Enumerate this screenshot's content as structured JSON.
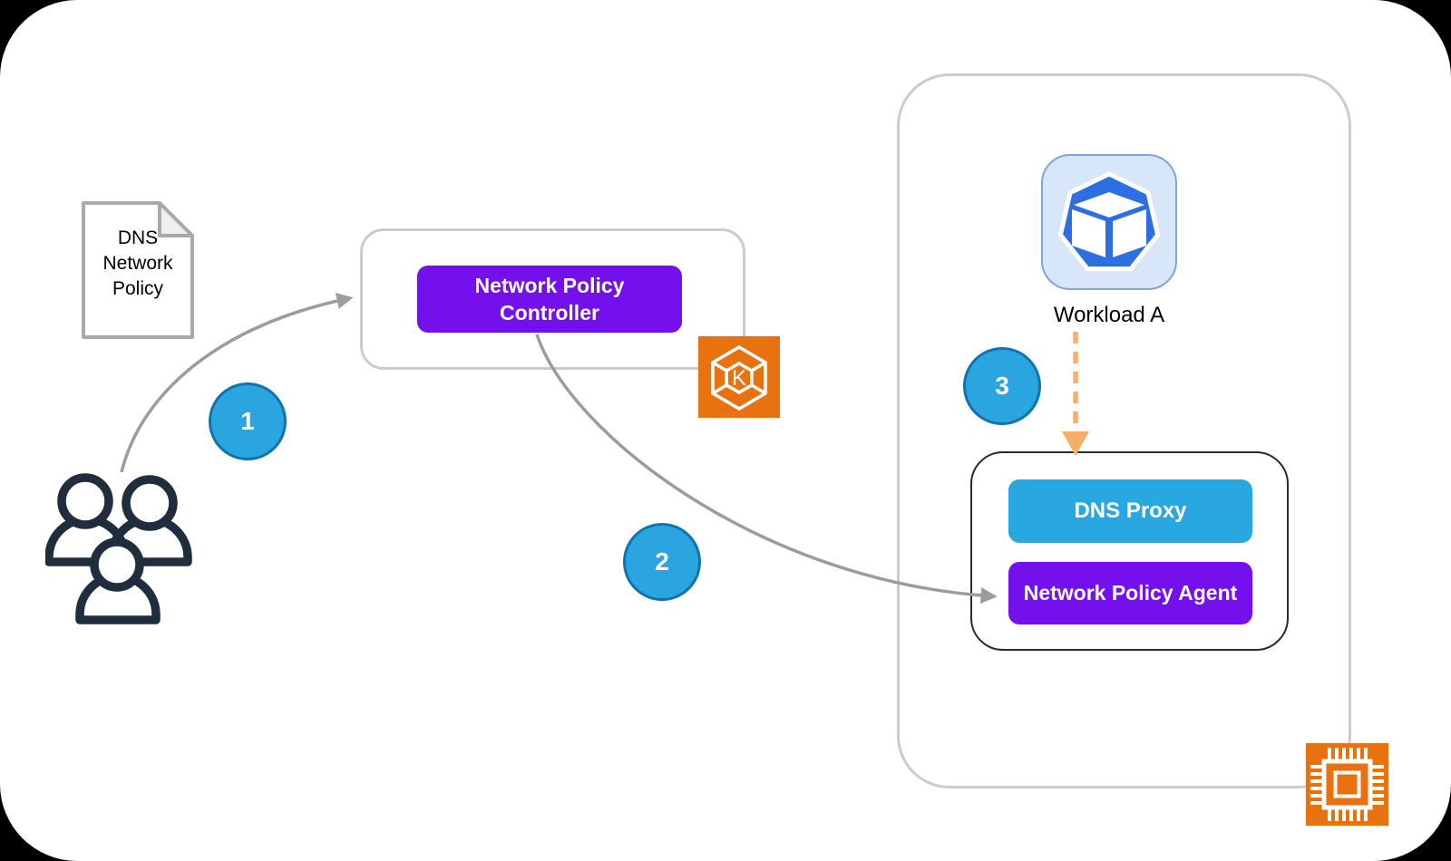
{
  "diagram": {
    "document": {
      "line1": "DNS",
      "line2": "Network",
      "line3": "Policy"
    },
    "controller": {
      "line1": "Network Policy",
      "line2": "Controller"
    },
    "workload": {
      "label": "Workload A"
    },
    "dns_proxy": {
      "label": "DNS Proxy"
    },
    "agent": {
      "label": "Network Policy Agent"
    },
    "steps": {
      "one": "1",
      "two": "2",
      "three": "3"
    },
    "icons": {
      "eks_letter": "K"
    },
    "colors": {
      "page_bg": "#000000",
      "canvas_bg": "#ffffff",
      "purple": "#7310EB",
      "blue": "#29A7E0",
      "step_fill": "#2BA5DF",
      "step_border": "#0F74AD",
      "orange": "#E8720F",
      "dashed_orange": "#F8AD68",
      "arrow_gray": "#9C9C9C",
      "container_border": "#C9CCCE",
      "inner_border": "#2B2B2B",
      "workload_blue": "#2D6FE0",
      "workload_tile_bg": "#D8E6FA",
      "workload_tile_border": "#7FA3E0",
      "people_navy": "#1F2D3D",
      "doc_border": "#A9A9A9",
      "doc_fold": "#EFEFEF",
      "text": "#000000"
    }
  }
}
